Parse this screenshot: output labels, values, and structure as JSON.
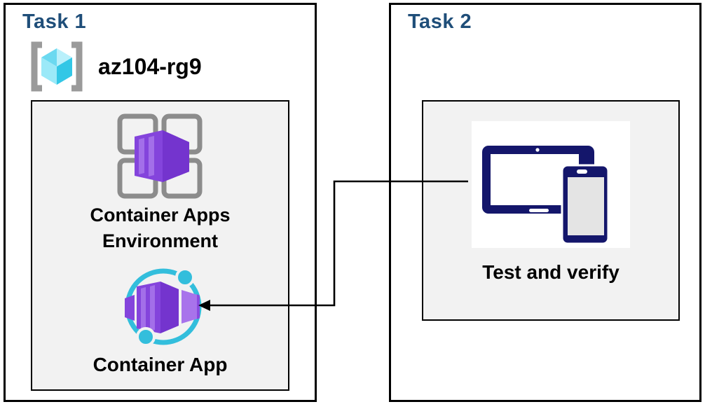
{
  "task1": {
    "title": "Task 1",
    "resource_group": "az104-rg9",
    "environment_label": "Container Apps Environment",
    "container_app_label": "Container App"
  },
  "task2": {
    "title": "Task 2",
    "test_label": "Test and verify"
  },
  "icons": {
    "resource_group": "resource-group-icon",
    "environment": "container-apps-environment-icon",
    "container_app": "container-app-icon",
    "devices": "tablet-phone-devices-icon",
    "connector": "left-arrow-connector"
  },
  "colors": {
    "task-title": "#1F4E79",
    "box-border": "#000000",
    "inner-fill": "#F2F2F2",
    "label-text": "#000000",
    "bracket-gray": "#9A9A9A",
    "grid-gray": "#8C8C8C",
    "purple-left": "#8444DC",
    "purple-right": "#7434CE",
    "purple-stripe": "#A36FE9",
    "purple-small": "#A873EB",
    "purple-small-edge": "#8A4ADF",
    "cyan-ring": "#33BEDC",
    "navy-device": "#14166B",
    "phone-screen": "#E4E4E4",
    "cube-top-left": "#6BD9F0",
    "cube-top-right": "#B9F0FB",
    "cube-bottom-left": "#9BE9F8",
    "cube-bottom-right": "#33C7E6",
    "arrow": "#000000"
  }
}
